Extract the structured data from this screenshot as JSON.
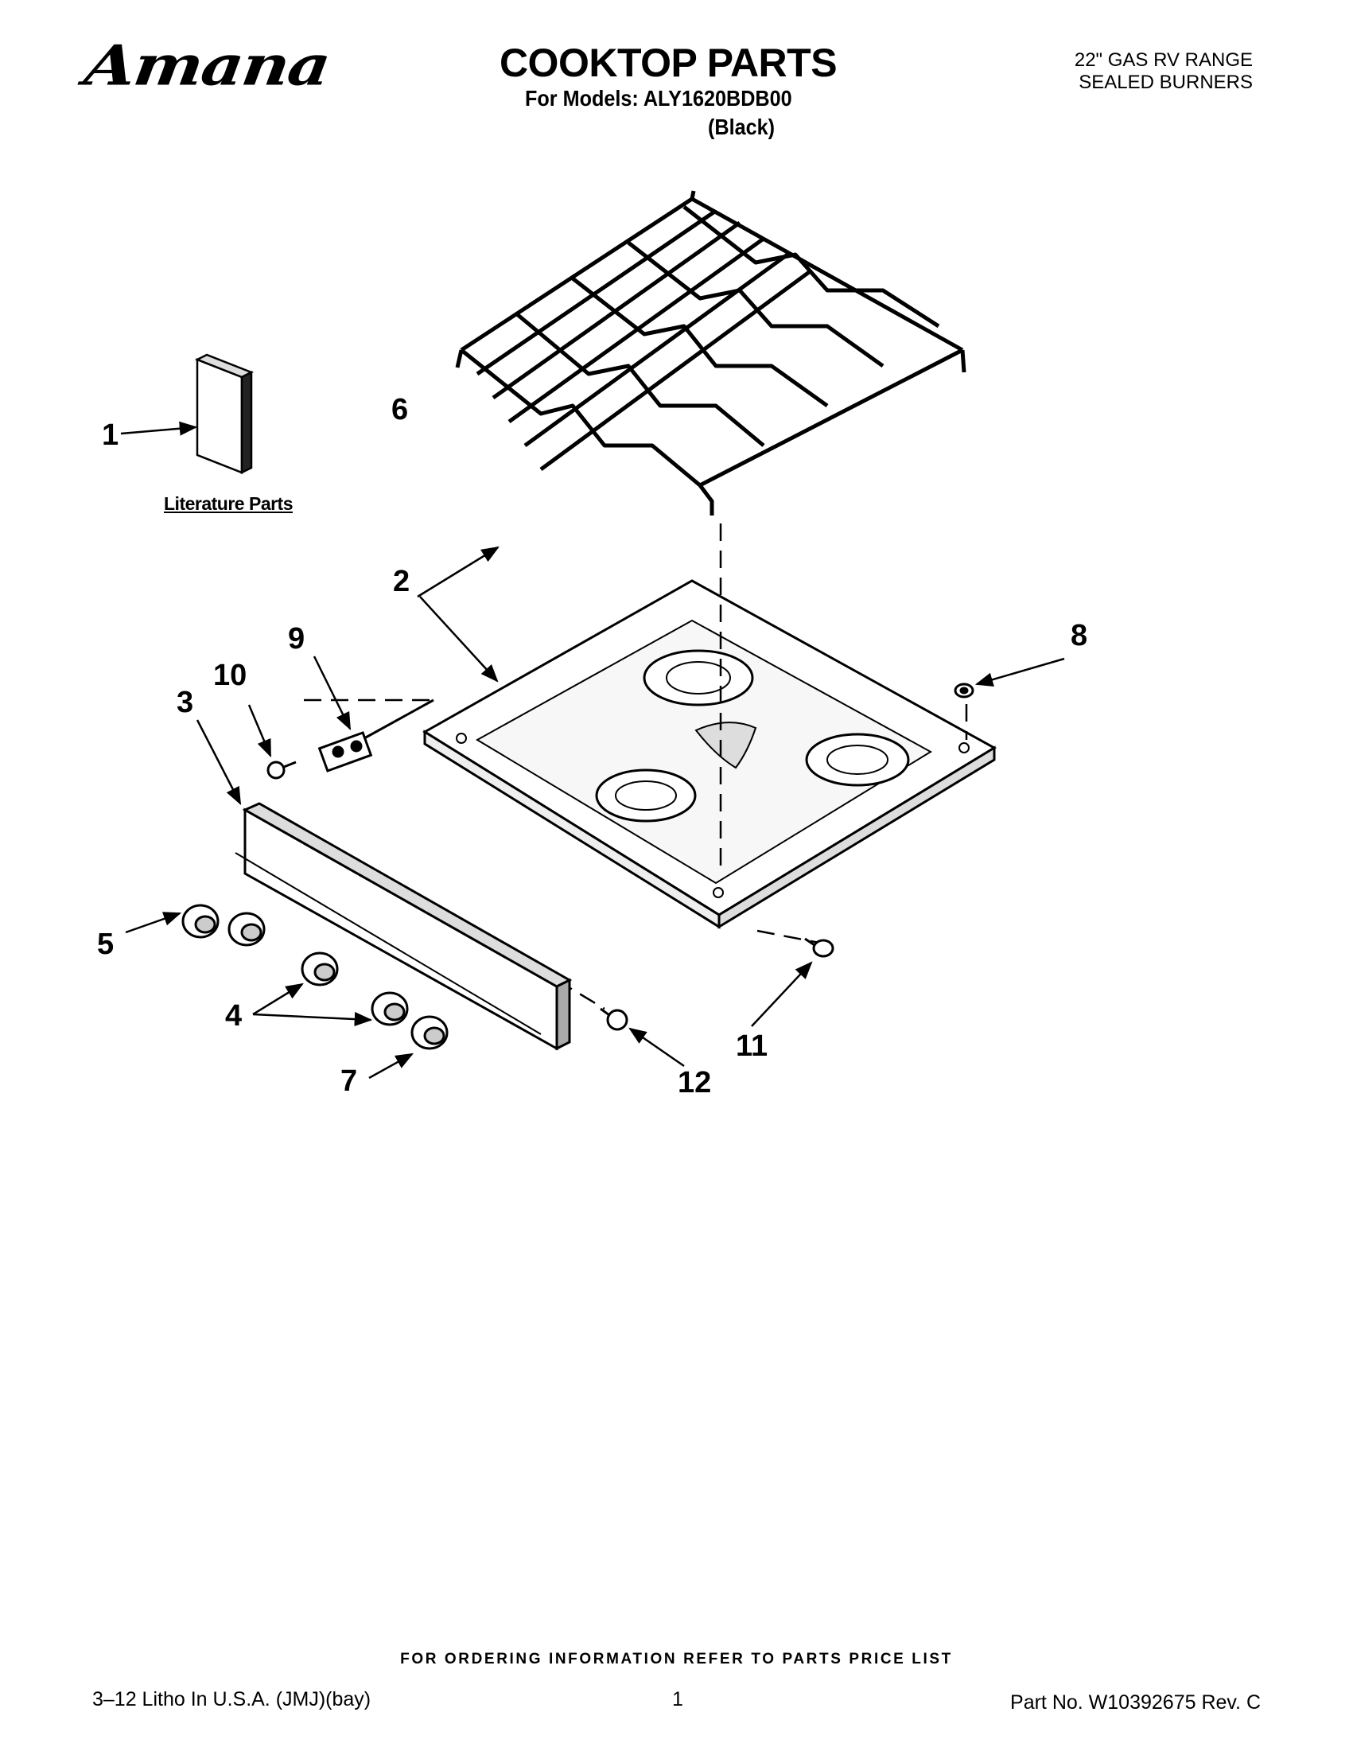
{
  "header": {
    "brand": "Amana",
    "title": "COOKTOP PARTS",
    "models_line": "For Models: ALY1620BDB00",
    "color_line": "(Black)",
    "range_type": "22\" GAS RV RANGE",
    "burner_type": "SEALED BURNERS"
  },
  "diagram": {
    "literature_label": "Literature Parts",
    "callouts": [
      "1",
      "2",
      "3",
      "4",
      "5",
      "6",
      "7",
      "8",
      "9",
      "10",
      "11",
      "12"
    ]
  },
  "footer": {
    "ordering_info": "FOR ORDERING INFORMATION REFER TO PARTS PRICE LIST",
    "litho": "3–12 Litho In U.S.A. (JMJ)(bay)",
    "page_number": "1",
    "part_number": "Part No. W10392675 Rev. C"
  }
}
